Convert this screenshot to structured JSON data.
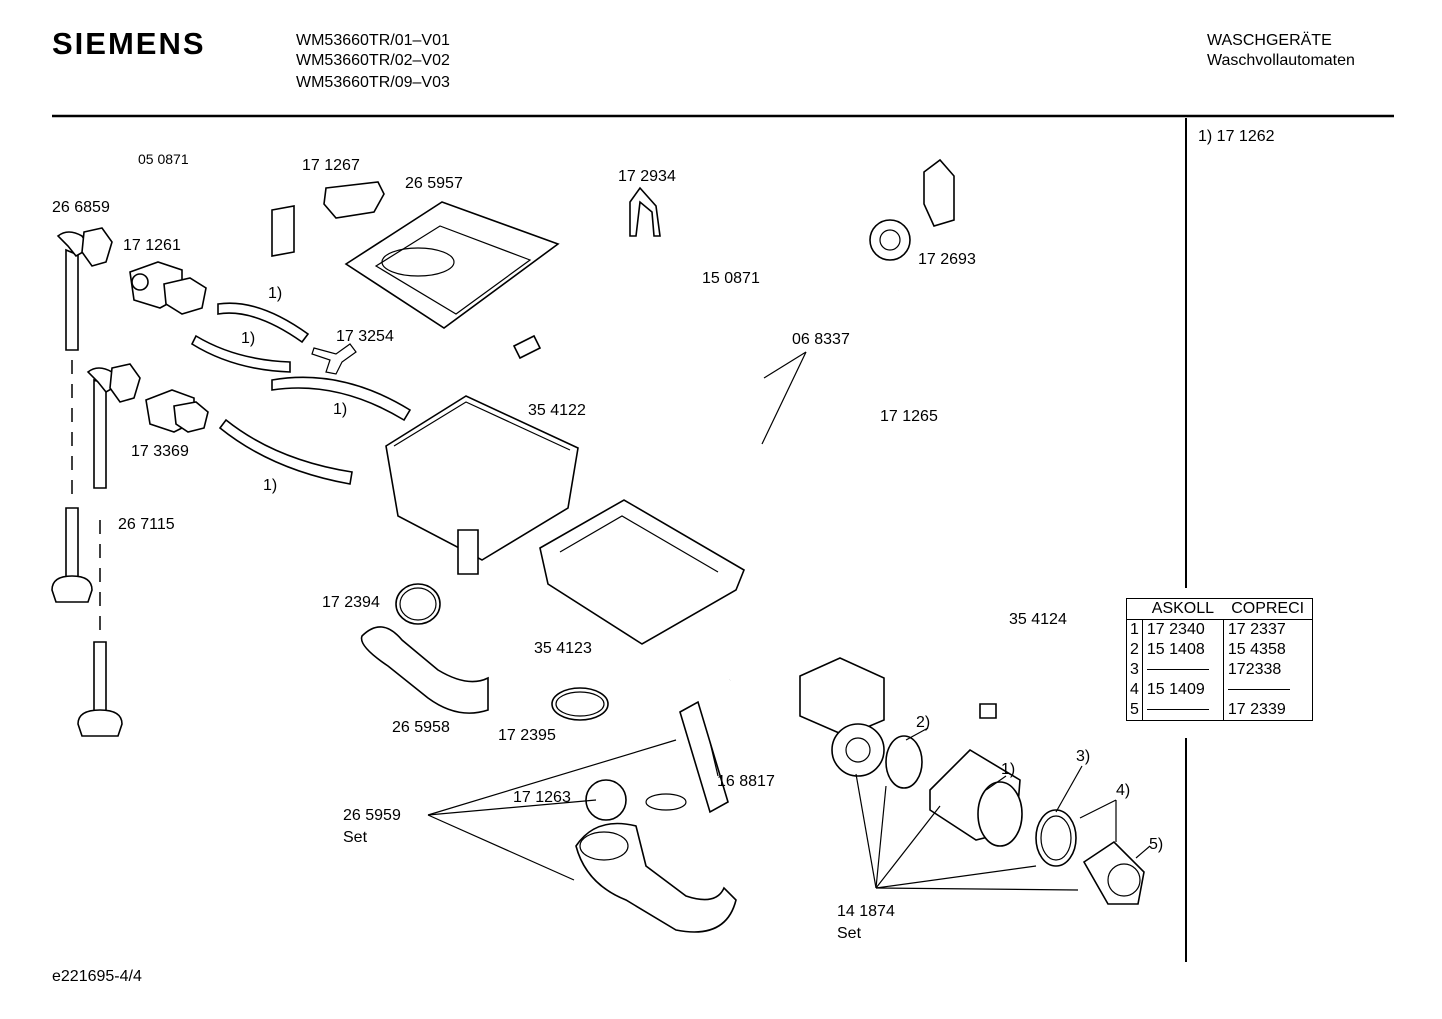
{
  "header": {
    "brand": "SIEMENS",
    "models": [
      "WM53660TR/01–V01",
      "WM53660TR/02–V02",
      "WM53660TR/09–V03"
    ],
    "category": "WASCHGERÄTE",
    "subcategory": "Waschvollautomaten"
  },
  "side_note": "1)  17 1262",
  "part_labels": {
    "p050871": "05 0871",
    "p171267": "17 1267",
    "p265957": "26 5957",
    "p172934": "17 2934",
    "p266859": "26 6859",
    "p171261": "17 1261",
    "p150871": "15 0871",
    "p172693": "17 2693",
    "p173254": "17 3254",
    "p068337": "06 8337",
    "p354122": "35 4122",
    "p173369": "17 3369",
    "p171265": "17 1265",
    "p267115": "26 7115",
    "p172394": "17 2394",
    "p354123": "35 4123",
    "p354124": "35 4124",
    "p265958": "26 5958",
    "p172395": "17 2395",
    "p168817": "16 8817",
    "p171263": "17 1263",
    "p265959": "26 5959",
    "set1": "Set",
    "p141874": "14 1874",
    "set2": "Set",
    "fn1a": "1)",
    "fn1b": "1)",
    "fn1c": "1)",
    "fn1d": "1)",
    "fn1e": "1)",
    "fn2": "2)",
    "fn3": "3)",
    "fn4": "4)",
    "fn5": "5)"
  },
  "ref_table": {
    "headers": [
      "ASKOLL",
      "COPRECI"
    ],
    "rows": [
      {
        "n": "1",
        "askoll": "17 2340",
        "copreci": "17 2337"
      },
      {
        "n": "2",
        "askoll": "15 1408",
        "copreci": "15 4358"
      },
      {
        "n": "3",
        "askoll": "",
        "copreci": "172338"
      },
      {
        "n": "4",
        "askoll": "15 1409",
        "copreci": ""
      },
      {
        "n": "5",
        "askoll": "",
        "copreci": "17 2339"
      }
    ]
  },
  "footer": "e221695-4/4"
}
